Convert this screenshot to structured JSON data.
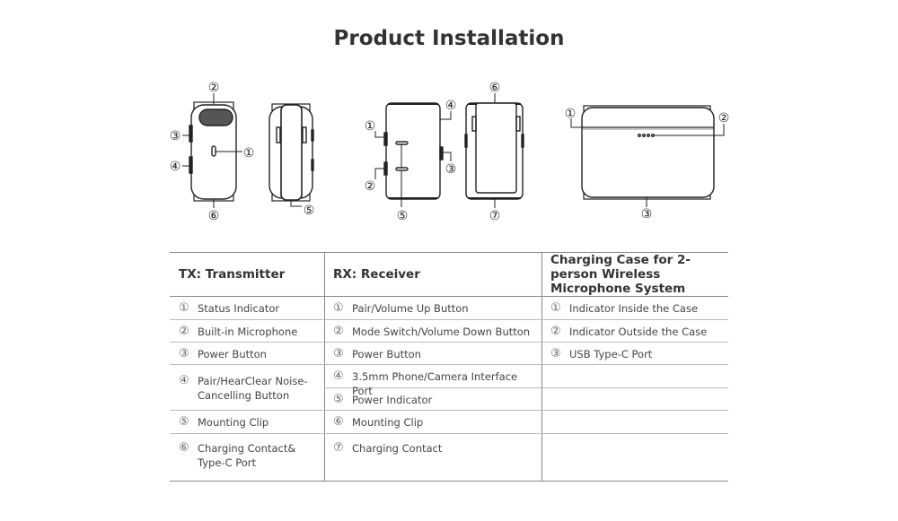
{
  "title": "Product Installation",
  "diagram_callouts": {
    "tx_front": [
      "②",
      "③",
      "④",
      "①",
      "⑥"
    ],
    "tx_side": [
      "⑤"
    ],
    "rx_front": [
      "①",
      "②",
      "④",
      "③",
      "⑤"
    ],
    "rx_side": [
      "⑥",
      "⑦"
    ],
    "case": [
      "①",
      "②",
      "③"
    ]
  },
  "table": {
    "tx": {
      "header": "TX: Transmitter",
      "items": [
        {
          "num": "①",
          "label": "Status Indicator"
        },
        {
          "num": "②",
          "label": "Built-in Microphone"
        },
        {
          "num": "③",
          "label": "Power Button"
        },
        {
          "num": "④",
          "label": "Pair/HearClear Noise-Cancelling Button"
        },
        {
          "num": "⑤",
          "label": "Mounting Clip"
        },
        {
          "num": "⑥",
          "label": "Charging Contact& Type-C Port"
        }
      ]
    },
    "rx": {
      "header": "RX: Receiver",
      "items": [
        {
          "num": "①",
          "label": "Pair/Volume Up Button"
        },
        {
          "num": "②",
          "label": "Mode Switch/Volume Down Button"
        },
        {
          "num": "③",
          "label": "Power Button"
        },
        {
          "num": "④",
          "label": "3.5mm Phone/Camera Interface Port"
        },
        {
          "num": "⑤",
          "label": "Power Indicator"
        },
        {
          "num": "⑥",
          "label": "Mounting Clip"
        },
        {
          "num": "⑦",
          "label": "Charging Contact"
        }
      ]
    },
    "case": {
      "header": "Charging Case for 2-person Wireless Microphone System",
      "items": [
        {
          "num": "①",
          "label": "Indicator Inside the Case"
        },
        {
          "num": "②",
          "label": "Indicator Outside the Case"
        },
        {
          "num": "③",
          "label": "USB Type-C Port"
        }
      ]
    }
  }
}
